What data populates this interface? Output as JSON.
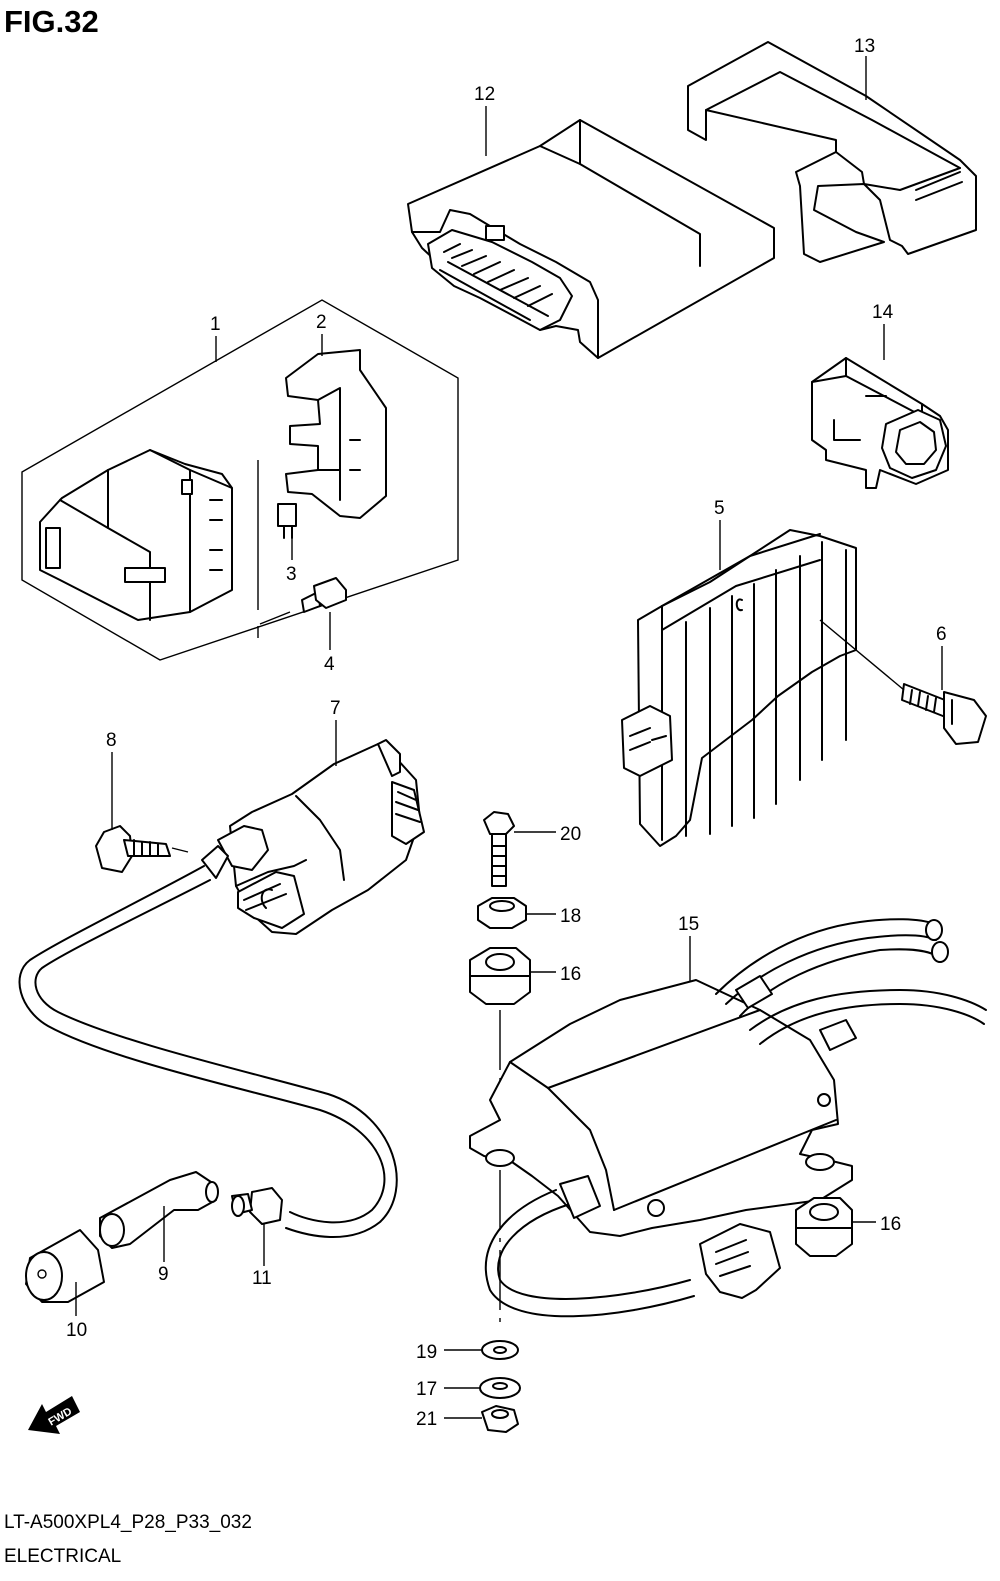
{
  "figure": {
    "title": "FIG.32",
    "code": "LT-A500XPL4_P28_P33_032",
    "name": "ELECTRICAL",
    "direction_label": "FWD"
  },
  "callouts": [
    "1",
    "2",
    "3",
    "4",
    "5",
    "6",
    "7",
    "8",
    "9",
    "10",
    "11",
    "12",
    "13",
    "14",
    "15",
    "16",
    "16",
    "17",
    "18",
    "19",
    "20",
    "21"
  ]
}
